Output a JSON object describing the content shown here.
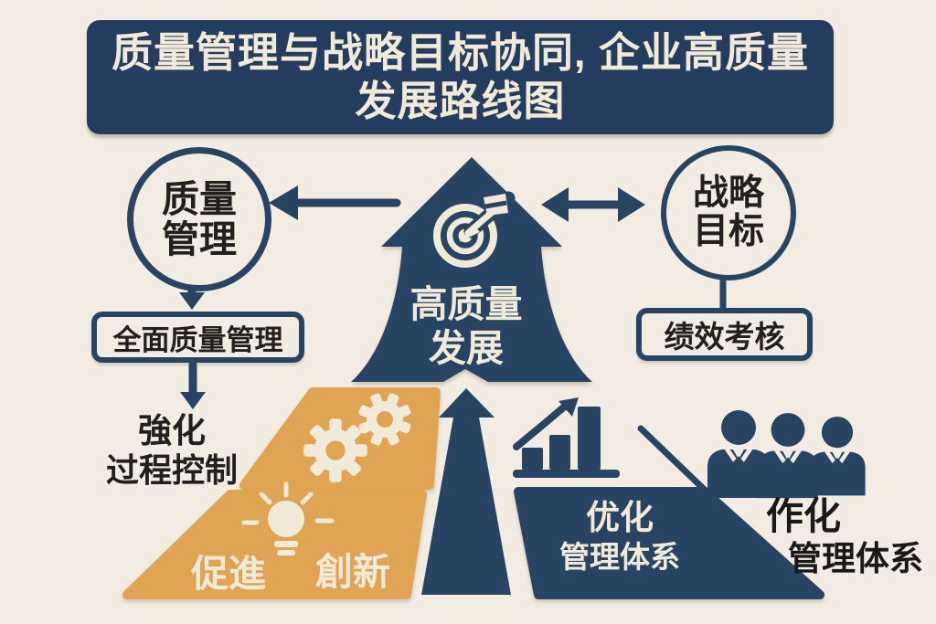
{
  "title": {
    "line1": "质量管理与战略目标协同, 企业高质量",
    "line2": "发展路线图"
  },
  "nodes": {
    "quality_circle": {
      "line1": "质量",
      "line2": "管理"
    },
    "strategy_circle": {
      "line1": "战略",
      "line2": "目标"
    },
    "tqm_box": {
      "label": "全面质量管理"
    },
    "performance_box": {
      "label": "绩效考核"
    },
    "process": {
      "line1": "強化",
      "line2": "过程控制"
    },
    "growth": {
      "line1": "高质量",
      "line2": "发展"
    },
    "innovation": {
      "word1": "促進",
      "word2": "創新"
    },
    "optimize": {
      "line1": "优化",
      "line2": "管理体系"
    },
    "team": {
      "line1": "作化",
      "line2": "管理体系"
    }
  },
  "icons": {
    "target": "bullseye-with-dart",
    "gears": "two-gears",
    "lightbulb": "glowing-lightbulb",
    "bar_chart": "rising-bar-chart-with-arrow",
    "team": "three-businesspeople",
    "left_arrow": "arrow-pointing-left",
    "double_arrow": "arrow-left-right",
    "down_arrow": "arrow-pointing-down",
    "road_arrow": "tall-upward-arrow"
  },
  "colors": {
    "background": "#f2ece2",
    "navy": "#284463",
    "banner_navy": "#243c5d",
    "orange": "#e0a455",
    "cream": "#f1ead9",
    "text_dark": "#21201e"
  }
}
